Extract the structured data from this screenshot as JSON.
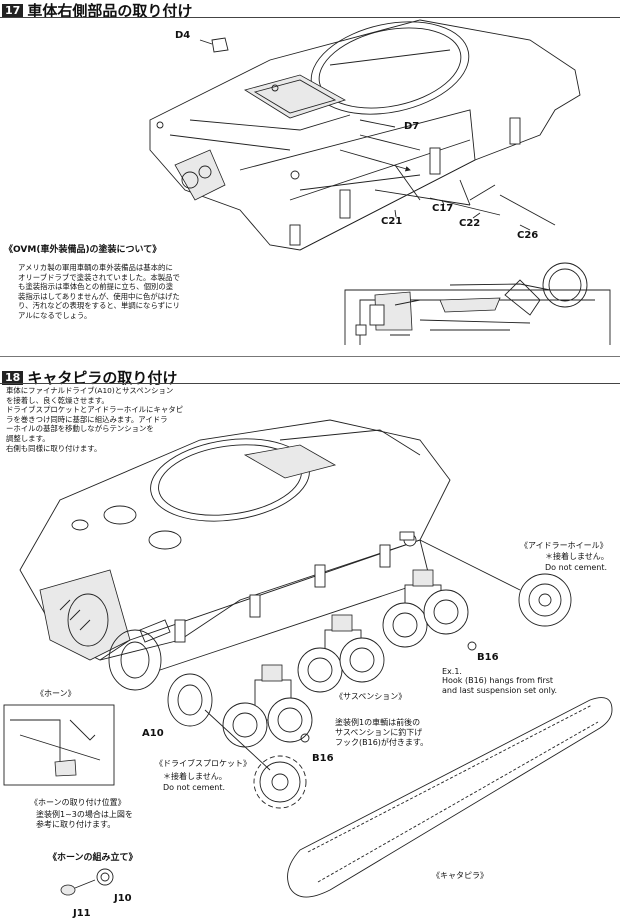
{
  "step17": {
    "number": "17",
    "title": "車体右側部品の取り付け",
    "labels": [
      "D4",
      "D7",
      "C17",
      "C21",
      "C22",
      "C26"
    ],
    "ovm_heading": "《OVM(車外装備品)の塗装について》",
    "ovm_text": "アメリカ製の軍用車輌の車外装備品は基本的に\nオリーブドラブで塗装されていました。本製品で\nも塗装指示は車体色との前提に立ち、個別の塗\n装指示はしてありませんが、使用中に色がはげた\nり、汚れなどの表現をすると、単調にならずにリ\nアルになるでしょう。"
  },
  "step18": {
    "number": "18",
    "title": "キャタピラの取り付け",
    "intro_text": "車体にファイナルドライブ(A10)とサスペンション\nを接着し、良く乾燥させます。\nドライブスプロケットとアイドラーホイルにキャタピ\nラを巻きつけ同時に基部に組込みます。アイドラ\nーホイルの基部を移動しながらテンションを\n調整します。\n右側も同様に取り付けます。",
    "idler_heading": "《アイドラーホイール》",
    "idler_note_jp": "＊接着しません。",
    "idler_note_en": "Do not cement.",
    "b16_label": "B16",
    "ex_label": "Ex.1.",
    "ex_text": "Hook (B16) hangs from first\nand last suspension set only.",
    "suspension_heading": "《サスペンション》",
    "horn_heading": "《ホーン》",
    "a10_label": "A10",
    "sprocket_heading": "《ドライブスプロケット》",
    "sprocket_note_jp": "＊接着しません。",
    "sprocket_note_en": "Do not cement.",
    "b16_label_2": "B16",
    "paint_note": "塗装例1の車輌は前後の\nサスペンションに釣下げ\nフック(B16)が付きます。",
    "horn_position_heading": "《ホーンの取り付け位置》",
    "horn_position_text": "塗装例1~3の場合は上図を\n参考に取り付けます。",
    "horn_assembly_heading": "《ホーンの組み立て》",
    "j10_label": "J10",
    "j11_label": "J11",
    "track_heading": "《キャタピラ》"
  }
}
